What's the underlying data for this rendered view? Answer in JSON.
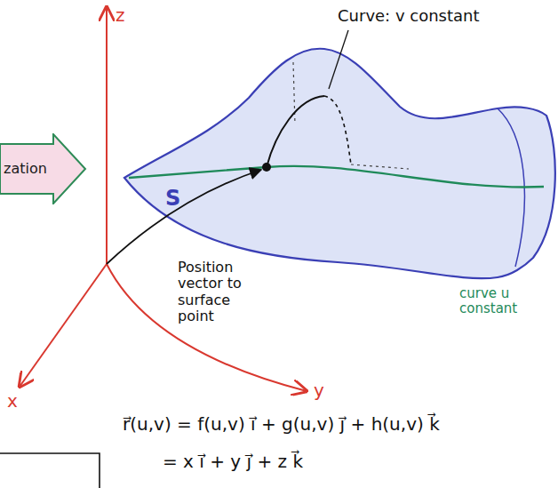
{
  "diagram": {
    "nodes": [
      {
        "text": [
          "zation"
        ]
      }
    ],
    "labels": [
      "z",
      "Curve: v constant",
      "S",
      "Position vector to surface point",
      "curve u constant",
      "y",
      "x",
      "r⃗(u,v) = f(u,v) i⃗ + g(u,v) j⃗ + h(u,v) k⃗",
      "= x i⃗ + y j⃗ + z k⃗"
    ]
  }
}
